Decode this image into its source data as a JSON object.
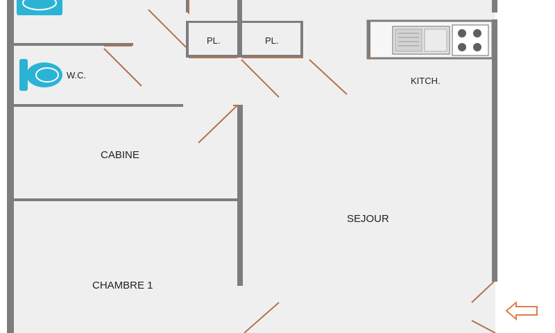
{
  "plan": {
    "rooms": {
      "wc": "W.C.",
      "placard_1": "PL.",
      "placard_2": "PL.",
      "kitchen": "KITCH.",
      "cabine": "CABINE",
      "sejour": "SEJOUR",
      "chambre": "CHAMBRE 1"
    },
    "icons": {
      "bath": "bathtub-icon",
      "toilet": "toilet-icon",
      "sink": "sink-icon",
      "cooktop": "cooktop-icon",
      "entrance": "entrance-arrow-icon"
    },
    "colors": {
      "floor": "#efefef",
      "wall": "#7d7d7d",
      "door": "#b5714d",
      "fixture": "#2bb3d6",
      "entrance_arrow": "#e07b4a"
    }
  }
}
